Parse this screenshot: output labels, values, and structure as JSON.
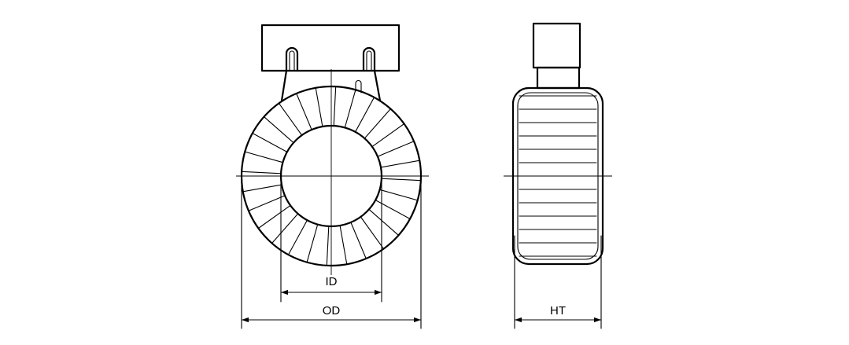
{
  "dimensions": {
    "inner_diameter": "ID",
    "outer_diameter": "OD",
    "height": "HT"
  },
  "line_color": "#000000",
  "background_color": "#ffffff"
}
